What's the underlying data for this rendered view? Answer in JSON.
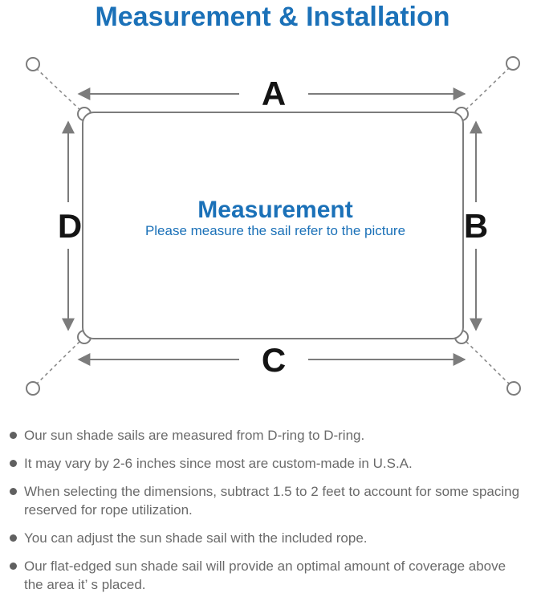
{
  "title": "Measurement & Installation",
  "colors": {
    "accent_blue": "#1b71b8",
    "line_gray": "#7c7c7c",
    "rope_gray": "#8a8a8a",
    "label_black": "#141414",
    "note_gray": "#6a6a6a"
  },
  "diagram": {
    "labels": {
      "top": "A",
      "right": "B",
      "bottom": "C",
      "left": "D"
    },
    "center_title": "Measurement",
    "center_subtitle": "Please measure the sail refer to the picture"
  },
  "notes": [
    "Our sun shade sails are measured from D-ring to D-ring.",
    "It may vary by 2-6 inches since most are custom-made in U.S.A.",
    "When selecting the dimensions, subtract 1.5 to 2 feet to account for some spacing\nreserved for rope utilization.",
    "You can adjust the sun shade sail with the included rope.",
    "Our flat-edged sun shade sail will provide an optimal amount of coverage above\nthe area it’ s placed."
  ]
}
